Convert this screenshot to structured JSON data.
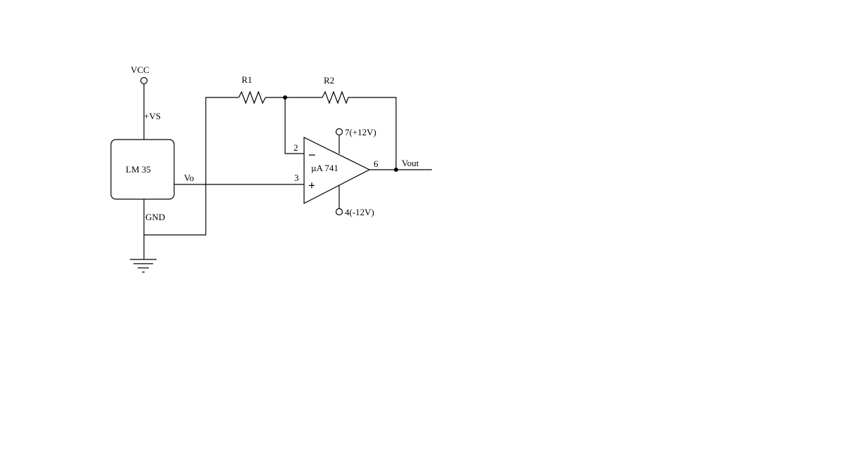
{
  "labels": {
    "vcc": "VCC",
    "vs": "+VS",
    "sensor": "LM 35",
    "vo": "Vo",
    "gnd": "GND",
    "r1": "R1",
    "r2": "R2",
    "opamp": "µA 741",
    "pin2": "2",
    "pin3": "3",
    "pin6": "6",
    "pin7": "7(+12V)",
    "pin4": "4(-12V)",
    "vout": "Vout",
    "minus": "−",
    "plus": "+"
  }
}
